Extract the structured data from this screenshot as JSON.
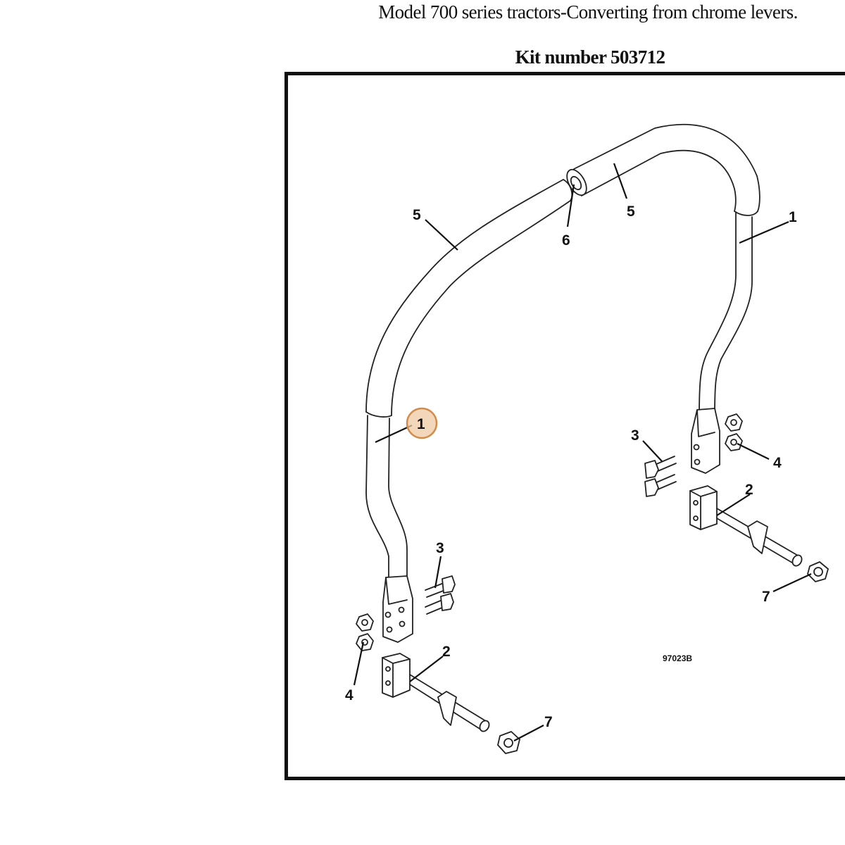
{
  "header": {
    "title": "Model 700 series tractors-Converting from chrome levers.",
    "kit_number": "Kit number 503712"
  },
  "diagram": {
    "drawing_id": "97023B",
    "callouts": {
      "left_tube_upper": "5",
      "right_tube_upper": "5",
      "connector": "6",
      "right_lever": "1",
      "left_lever": "1",
      "left_bolts": "3",
      "right_bolts": "3",
      "left_nuts": "4",
      "right_nuts": "4",
      "left_shaft": "2",
      "right_shaft": "2",
      "left_locknut": "7",
      "right_locknut": "7"
    },
    "highlighted_callout": "1",
    "highlight_color": "#efc9a4"
  }
}
